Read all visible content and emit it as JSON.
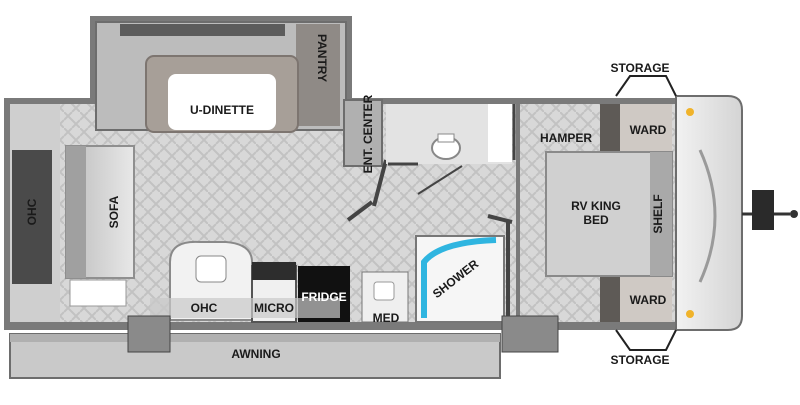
{
  "labels": {
    "pantry": "PANTRY",
    "u_dinette": "U-DINETTE",
    "ent_center": "ENT. CENTER",
    "ohc_left": "OHC",
    "sofa": "SOFA",
    "ohc_kitchen": "OHC",
    "micro": "MICRO",
    "fridge": "FRIDGE",
    "med": "MED",
    "shower": "SHOWER",
    "hamper": "HAMPER",
    "ward_top": "WARD",
    "ward_bottom": "WARD",
    "bed": "RV KING BED",
    "shelf": "SHELF",
    "storage_top": "STORAGE",
    "storage_bottom": "STORAGE",
    "awning": "AWNING"
  },
  "colors": {
    "wall": "#6e6e6e",
    "floor": "#d9d9d9",
    "cabinet": "#8a8580",
    "shower_accent": "#2fb5e0",
    "fridge": "#111111",
    "awning": "#c8c8c8"
  }
}
